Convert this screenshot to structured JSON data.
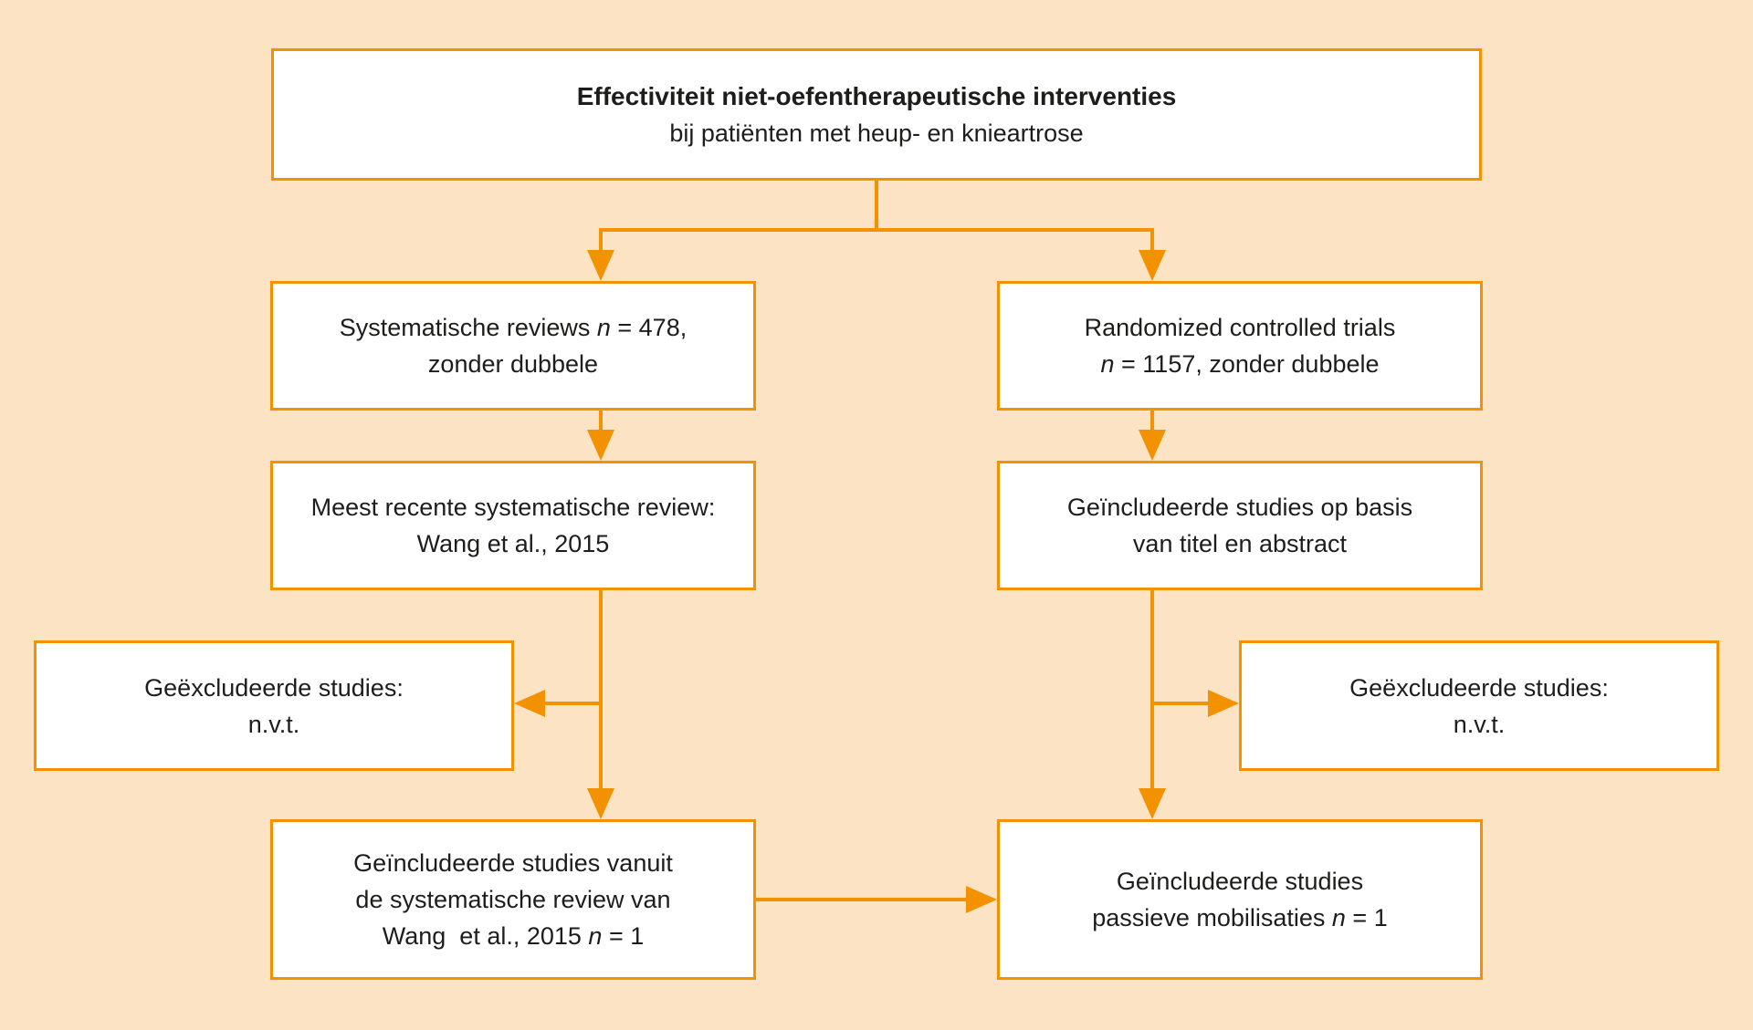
{
  "colors": {
    "background": "#FBE3C4",
    "accent_orange": "#F39200",
    "box_background": "#FFFFFF",
    "text": "#1D1D1B"
  },
  "title_box": {
    "line1": "Effectiviteit niet-oefentherapeutische interventies",
    "line2": "bij patiënten met heup- en knieartrose"
  },
  "left_column": {
    "systematic_reviews": {
      "l1_pre": "Systematische reviews ",
      "l1_var": "n",
      "l1_post": " = 478,",
      "l2": "zonder dubbele"
    },
    "recent_review": {
      "l1": "Meest recente systematische review:",
      "l2": "Wang et al., 2015"
    },
    "excluded": {
      "l1": "Geëxcludeerde studies:",
      "l2": "n.v.t."
    },
    "included": {
      "l1": "Geïncludeerde studies vanuit",
      "l2": "de systematische review van",
      "l3_pre": "Wang  et al., 2015 ",
      "l3_var": "n",
      "l3_post": " = 1"
    }
  },
  "right_column": {
    "rct": {
      "l1": "Randomized controlled trials",
      "l2_pre": "",
      "l2_var": "n",
      "l2_post": " = 1157, zonder dubbele"
    },
    "title_abstract": {
      "l1": "Geïncludeerde studies op basis",
      "l2": "van titel en abstract"
    },
    "excluded": {
      "l1": "Geëxcludeerde studies:",
      "l2": "n.v.t."
    },
    "included": {
      "l1": "Geïncludeerde studies",
      "l2_pre": "passieve mobilisaties ",
      "l2_var": "n",
      "l2_post": " = 1"
    }
  }
}
